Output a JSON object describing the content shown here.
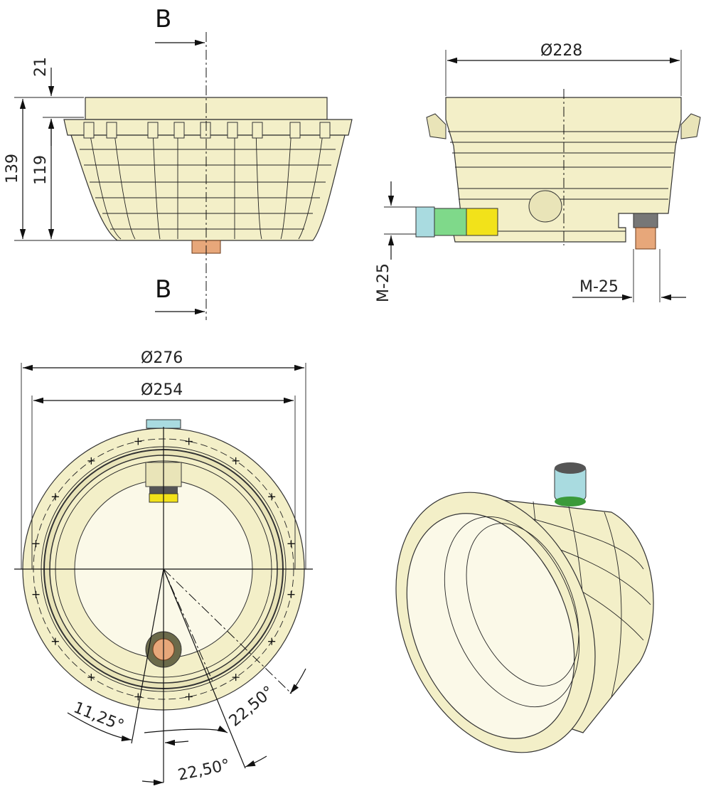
{
  "front_view": {
    "section_label_top": "B",
    "section_label_bottom": "B",
    "dim_21": "21",
    "dim_139": "139",
    "dim_119": "119"
  },
  "side_view": {
    "dim_diameter_228": "Ø228",
    "dim_thread_left": "M-25",
    "dim_thread_bottom": "M-25"
  },
  "bottom_view": {
    "dim_diameter_276": "Ø276",
    "dim_diameter_254": "Ø254",
    "angle_1": "11,25°",
    "angle_2": "22,50°",
    "angle_3": "22,50°"
  },
  "colors": {
    "body": "#f3efc8",
    "nozzle_cyan": "#a9dbe0",
    "fitting_green": "#7fd98a",
    "fitting_yellow": "#f2e21a",
    "fitting_copper": "#e7a77a"
  }
}
